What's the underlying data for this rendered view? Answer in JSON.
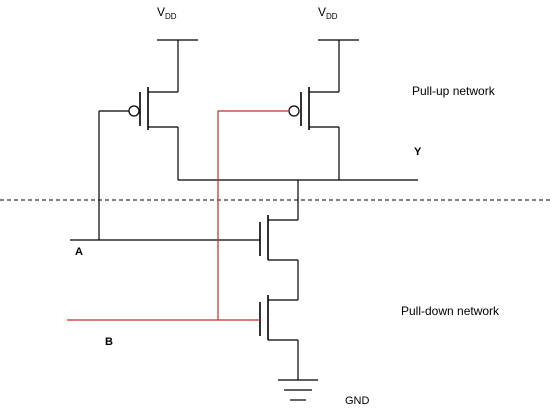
{
  "labels": {
    "vdd_main": "V",
    "vdd_sub": "DD",
    "pull_up": "Pull-up network",
    "pull_down": "Pull-down network",
    "output": "Y",
    "input_a": "A",
    "input_b": "B",
    "ground": "GND"
  },
  "colors": {
    "wire": "#000000",
    "input_b_wire": "#cc2a2a",
    "background": "#ffffff"
  }
}
